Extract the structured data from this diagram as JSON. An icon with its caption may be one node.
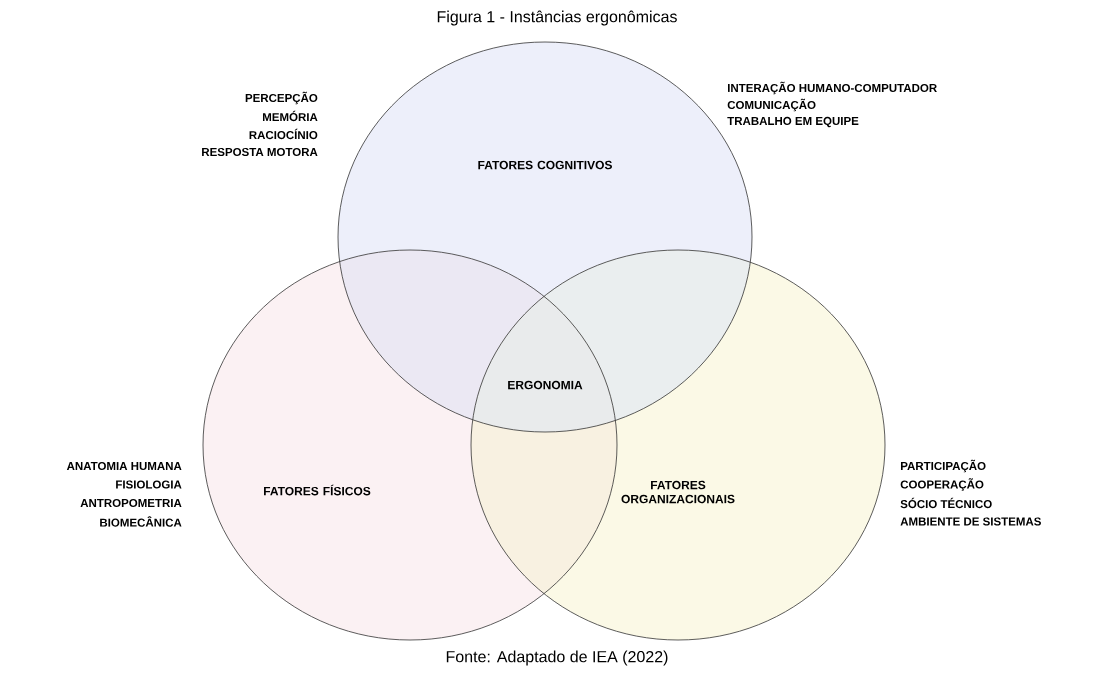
{
  "diagram": {
    "title": "Figura 1 - Instâncias ergonômicas",
    "caption": "Fonte: Adaptado de IEA (2022)",
    "nodes": [
      {
        "text": [
          "FATORES COGNITIVOS"
        ],
        "beside": [
          "PERCEPÇÃO",
          "MEMÓRIA",
          "RACIOCÍNIO",
          "RESPOSTA MOTORA"
        ]
      },
      {
        "text": [
          "FATORES FÍSICOS"
        ],
        "beside": [
          "ANATOMIA HUMANA",
          "FISIOLOGIA",
          "ANTROPOMETRIA",
          "BIOMECÂNICA"
        ]
      },
      {
        "text": [
          "FATORES ORGANIZACIONAIS"
        ],
        "beside": [
          "INTERAÇÃO HUMANO-COMPUTADOR",
          "COMUNICAÇÃO",
          "TRABALHO EM EQUIPE",
          "PARTICIPAÇÃO",
          "COOPERAÇÃO",
          "SÓCIO TÉCNICO",
          "AMBIENTE DE SISTEMAS"
        ]
      }
    ],
    "labels": [
      "ERGONOMIA"
    ]
  }
}
